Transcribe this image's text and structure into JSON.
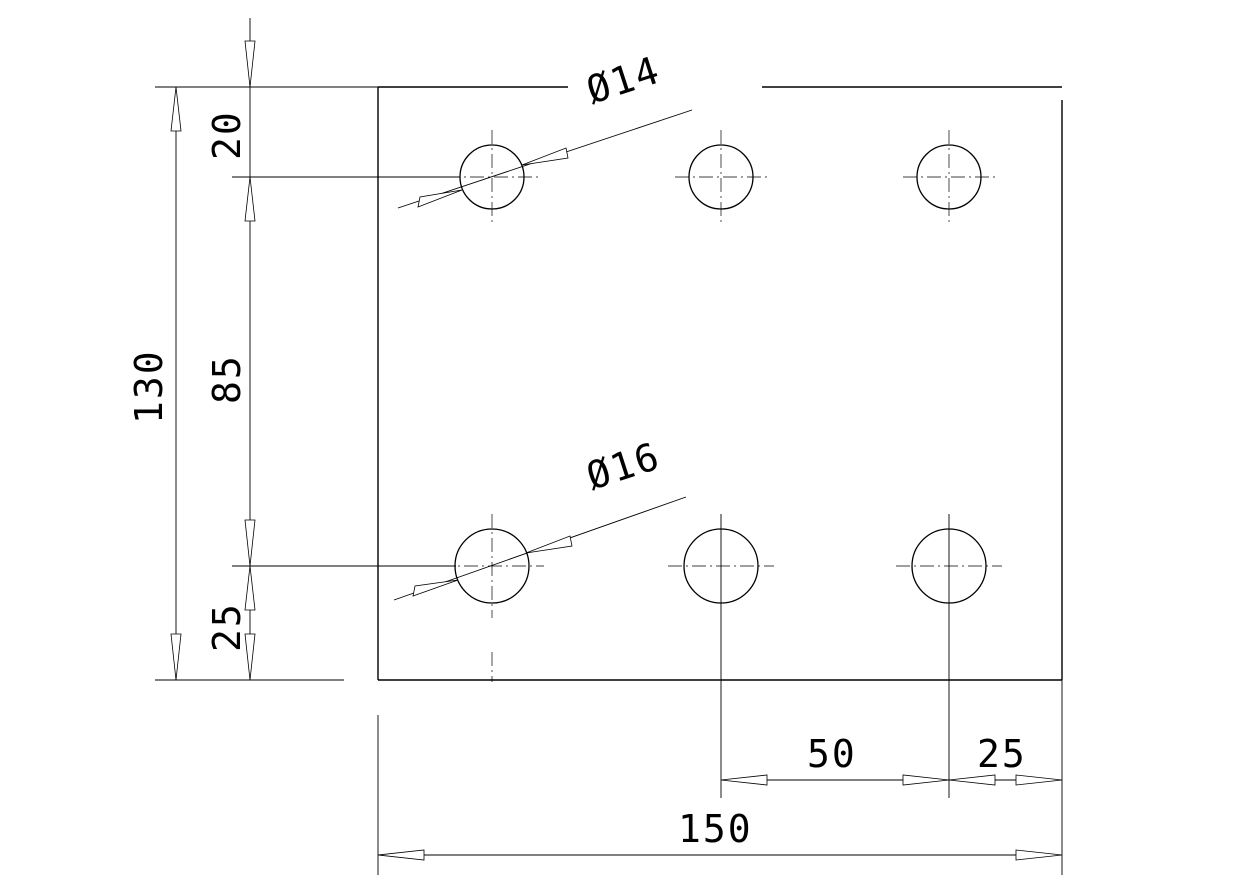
{
  "drawing": {
    "units": "mm",
    "plate": {
      "width": 150,
      "height": 130
    },
    "hole_pattern": {
      "columns_x_from_left": [
        25,
        75,
        125
      ],
      "top_row_y_from_bottom": 110,
      "bottom_row_y_from_bottom": 25,
      "top_row_diameter": 14,
      "bottom_row_diameter": 16
    },
    "dimensions": {
      "top_hole_diameter": "Ø14",
      "bottom_hole_diameter": "Ø16",
      "overall_height": "130",
      "top_offset": "20",
      "row_spacing": "85",
      "bottom_offset": "25",
      "column_pitch": "50",
      "right_edge_offset": "25",
      "overall_width": "150"
    }
  }
}
